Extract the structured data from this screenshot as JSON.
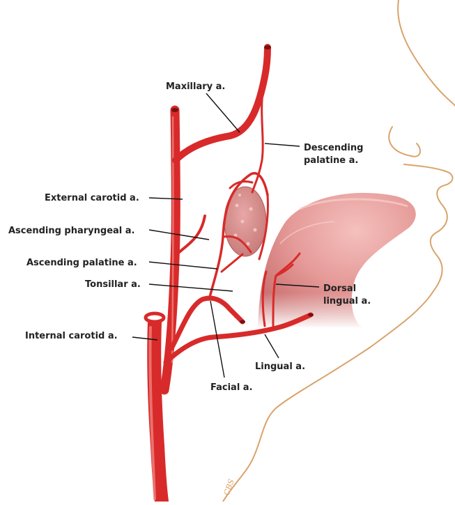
{
  "labels": {
    "maxillary": "Maxillary a.",
    "descending_palatine_1": "Descending",
    "descending_palatine_2": "palatine a.",
    "external_carotid": "External carotid a.",
    "ascending_pharyngeal": "Ascending pharyngeal a.",
    "ascending_palatine": "Ascending palatine a.",
    "tonsillar": "Tonsillar a.",
    "dorsal_lingual_1": "Dorsal",
    "dorsal_lingual_2": "lingual a.",
    "internal_carotid": "Internal carotid a.",
    "lingual": "Lingual a.",
    "facial": "Facial a."
  },
  "signature": "CBS",
  "colors": {
    "artery": "#d82a2a",
    "artery_highlight": "#f08a84",
    "tongue": "#e89a9a",
    "tonsil": "#d98a8a",
    "face_outline": "#d9a36a",
    "label_text": "#222222"
  }
}
